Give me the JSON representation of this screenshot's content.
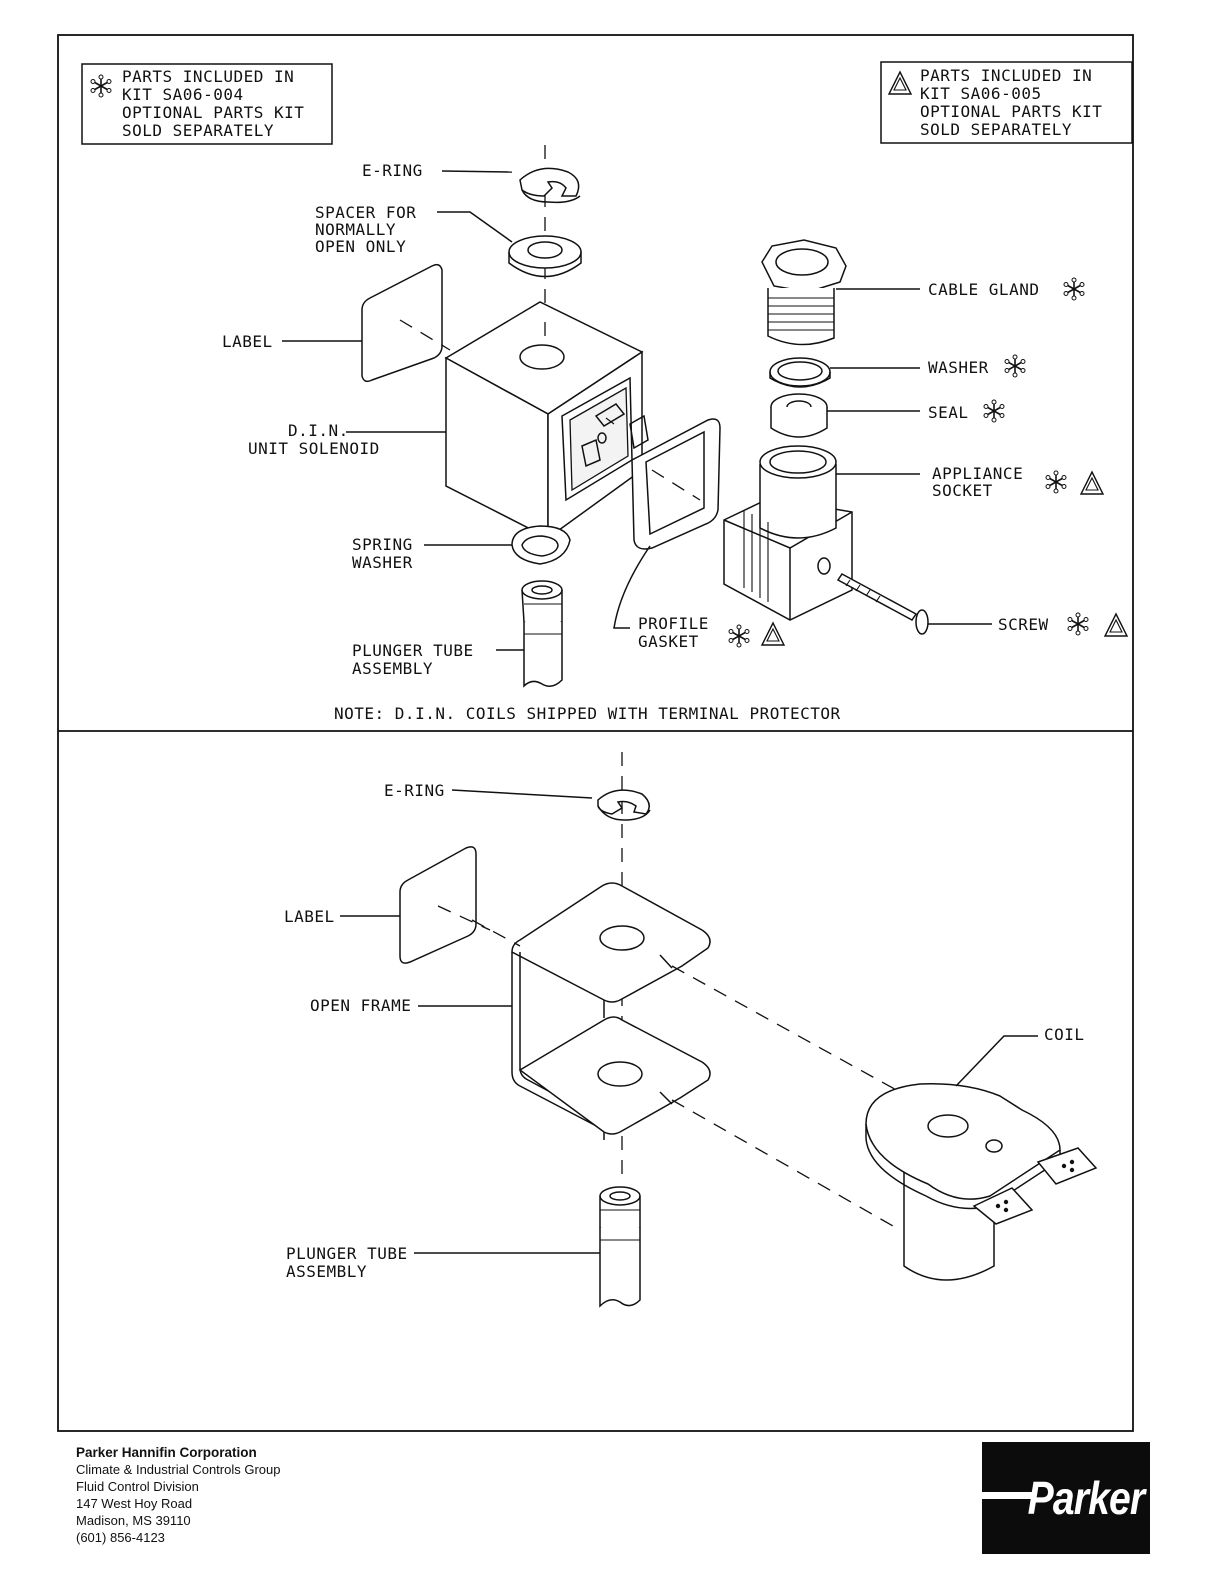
{
  "top_panel": {
    "kit_left": {
      "line1": "PARTS INCLUDED IN",
      "line2": "KIT SA06-004",
      "line3": "OPTIONAL PARTS KIT",
      "line4": "SOLD SEPARATELY"
    },
    "kit_right": {
      "line1": "PARTS INCLUDED IN",
      "line2": "KIT SA06-005",
      "line3": "OPTIONAL PARTS KIT",
      "line4": "SOLD SEPARATELY"
    },
    "labels": {
      "e_ring": "E-RING",
      "spacer_1": "SPACER FOR",
      "spacer_2": "NORMALLY",
      "spacer_3": "OPEN ONLY",
      "label": "LABEL",
      "din_1": "D.I.N.",
      "din_2": "UNIT SOLENOID",
      "spring_1": "SPRING",
      "spring_2": "WASHER",
      "plunger_1": "PLUNGER TUBE",
      "plunger_2": "ASSEMBLY",
      "cable_gland": "CABLE GLAND",
      "washer": "WASHER",
      "seal": "SEAL",
      "socket_1": "APPLIANCE",
      "socket_2": "SOCKET",
      "gasket_1": "PROFILE",
      "gasket_2": "GASKET",
      "screw": "SCREW"
    },
    "note": "NOTE: D.I.N. COILS SHIPPED WITH TERMINAL PROTECTOR"
  },
  "bottom_panel": {
    "labels": {
      "e_ring": "E-RING",
      "label": "LABEL",
      "open_frame": "OPEN FRAME",
      "coil": "COIL",
      "plunger_1": "PLUNGER TUBE",
      "plunger_2": "ASSEMBLY"
    }
  },
  "footer": {
    "company": "Parker Hannifin Corporation",
    "group": "Climate & Industrial Controls Group",
    "division": "Fluid Control Division",
    "street": "147 West Hoy Road",
    "city": "Madison, MS  39110",
    "phone": "(601) 856-4123",
    "logo_text": "Parker"
  }
}
